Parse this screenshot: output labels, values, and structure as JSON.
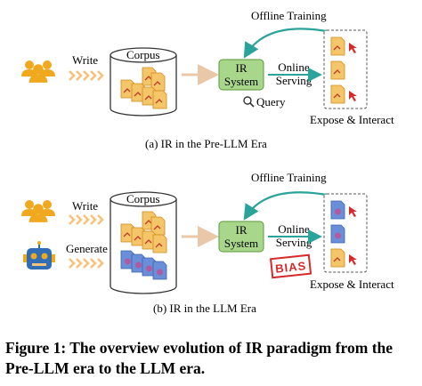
{
  "panel_a": {
    "offline_training": "Offline Training",
    "write": "Write",
    "corpus": "Corpus",
    "ir_system_line1": "IR",
    "ir_system_line2": "System",
    "online_line1": "Online",
    "online_line2": "Serving",
    "query": "Query",
    "expose_interact": "Expose & Interact",
    "subcaption": "(a)  IR in the Pre-LLM Era"
  },
  "panel_b": {
    "offline_training": "Offline Training",
    "write": "Write",
    "generate": "Generate",
    "corpus": "Corpus",
    "ir_system_line1": "IR",
    "ir_system_line2": "System",
    "online_line1": "Online",
    "online_line2": "Serving",
    "bias": "BIAS",
    "expose_interact": "Expose & Interact",
    "subcaption": "(b)  IR in the LLM Era"
  },
  "figure_caption": "Figure 1: The overview evolution of IR paradigm from the Pre-LLM era to the LLM era.",
  "colors": {
    "users": "#f0a81e",
    "chevrons": "#f4c27a",
    "doc": "#f5c56a",
    "doc_border": "#d08a1a",
    "ir_box": "#a8d68a",
    "ir_border": "#5a9a3a",
    "teal_arrow": "#2aa39a",
    "blue_doc": "#6a8fd8",
    "bias_red": "#d62a2a",
    "robot": "#2f6db5"
  },
  "icons": [
    "users-icon",
    "robot-icon",
    "magnifier-icon",
    "cursor-icon",
    "document-icon"
  ]
}
